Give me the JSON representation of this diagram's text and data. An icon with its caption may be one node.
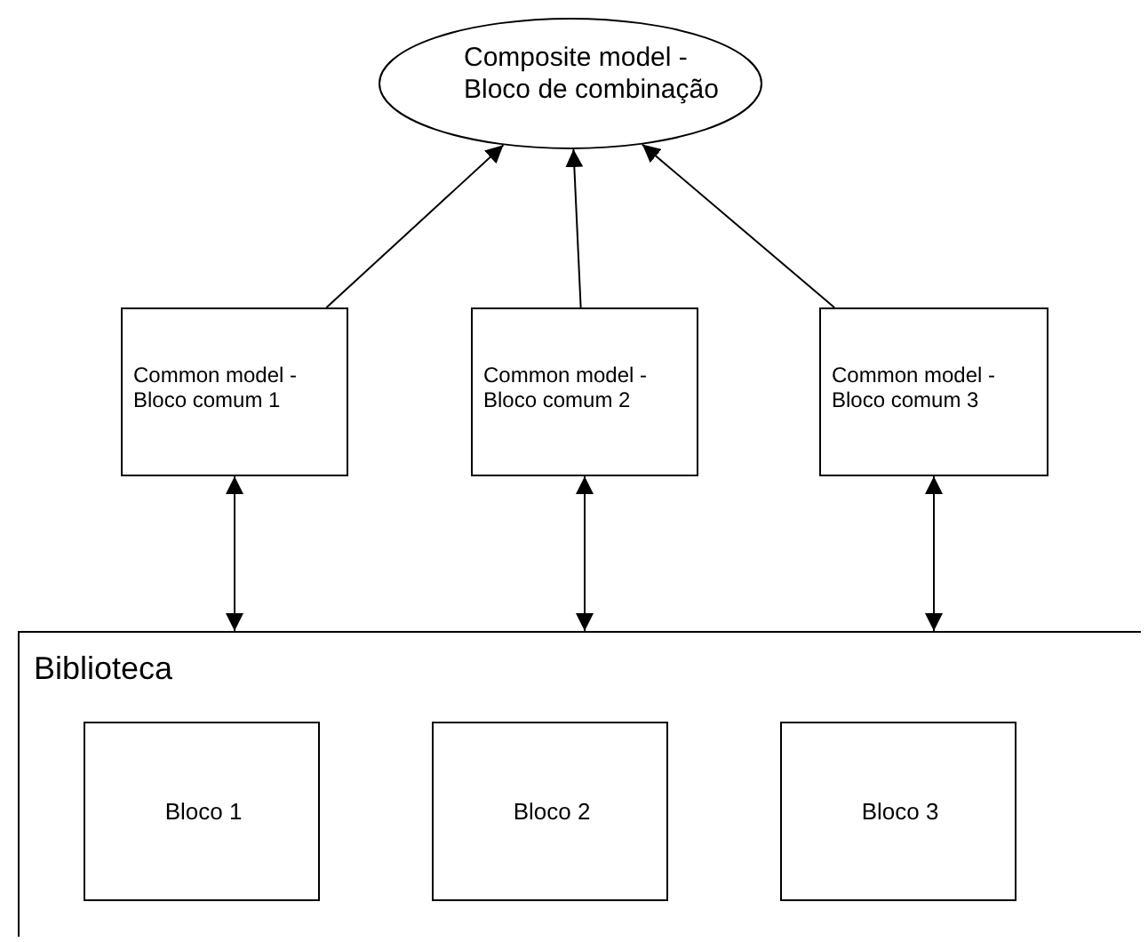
{
  "diagram": {
    "nodes": [
      {
        "text": [
          "Composite model - Bloco de combinação"
        ]
      },
      {
        "text": [
          "Common model - Bloco comum 1"
        ]
      },
      {
        "text": [
          "Common model - Bloco comum 2"
        ]
      },
      {
        "text": [
          "Common model - Bloco comum 3"
        ]
      },
      {
        "text": [
          "Biblioteca"
        ]
      },
      {
        "text": [
          "Bloco 1"
        ],
        "in": 4
      },
      {
        "text": [
          "Bloco 2"
        ],
        "in": 4
      },
      {
        "text": [
          "Bloco 3"
        ],
        "in": 4
      }
    ],
    "edges": [
      {
        "from": 1,
        "to": 0,
        "arrow": "to"
      },
      {
        "from": 2,
        "to": 0,
        "arrow": "to"
      },
      {
        "from": 3,
        "to": 0,
        "arrow": "to"
      },
      {
        "from": 1,
        "to": 4,
        "arrow": "both"
      },
      {
        "from": 2,
        "to": 4,
        "arrow": "both"
      },
      {
        "from": 3,
        "to": 4,
        "arrow": "both"
      }
    ]
  }
}
